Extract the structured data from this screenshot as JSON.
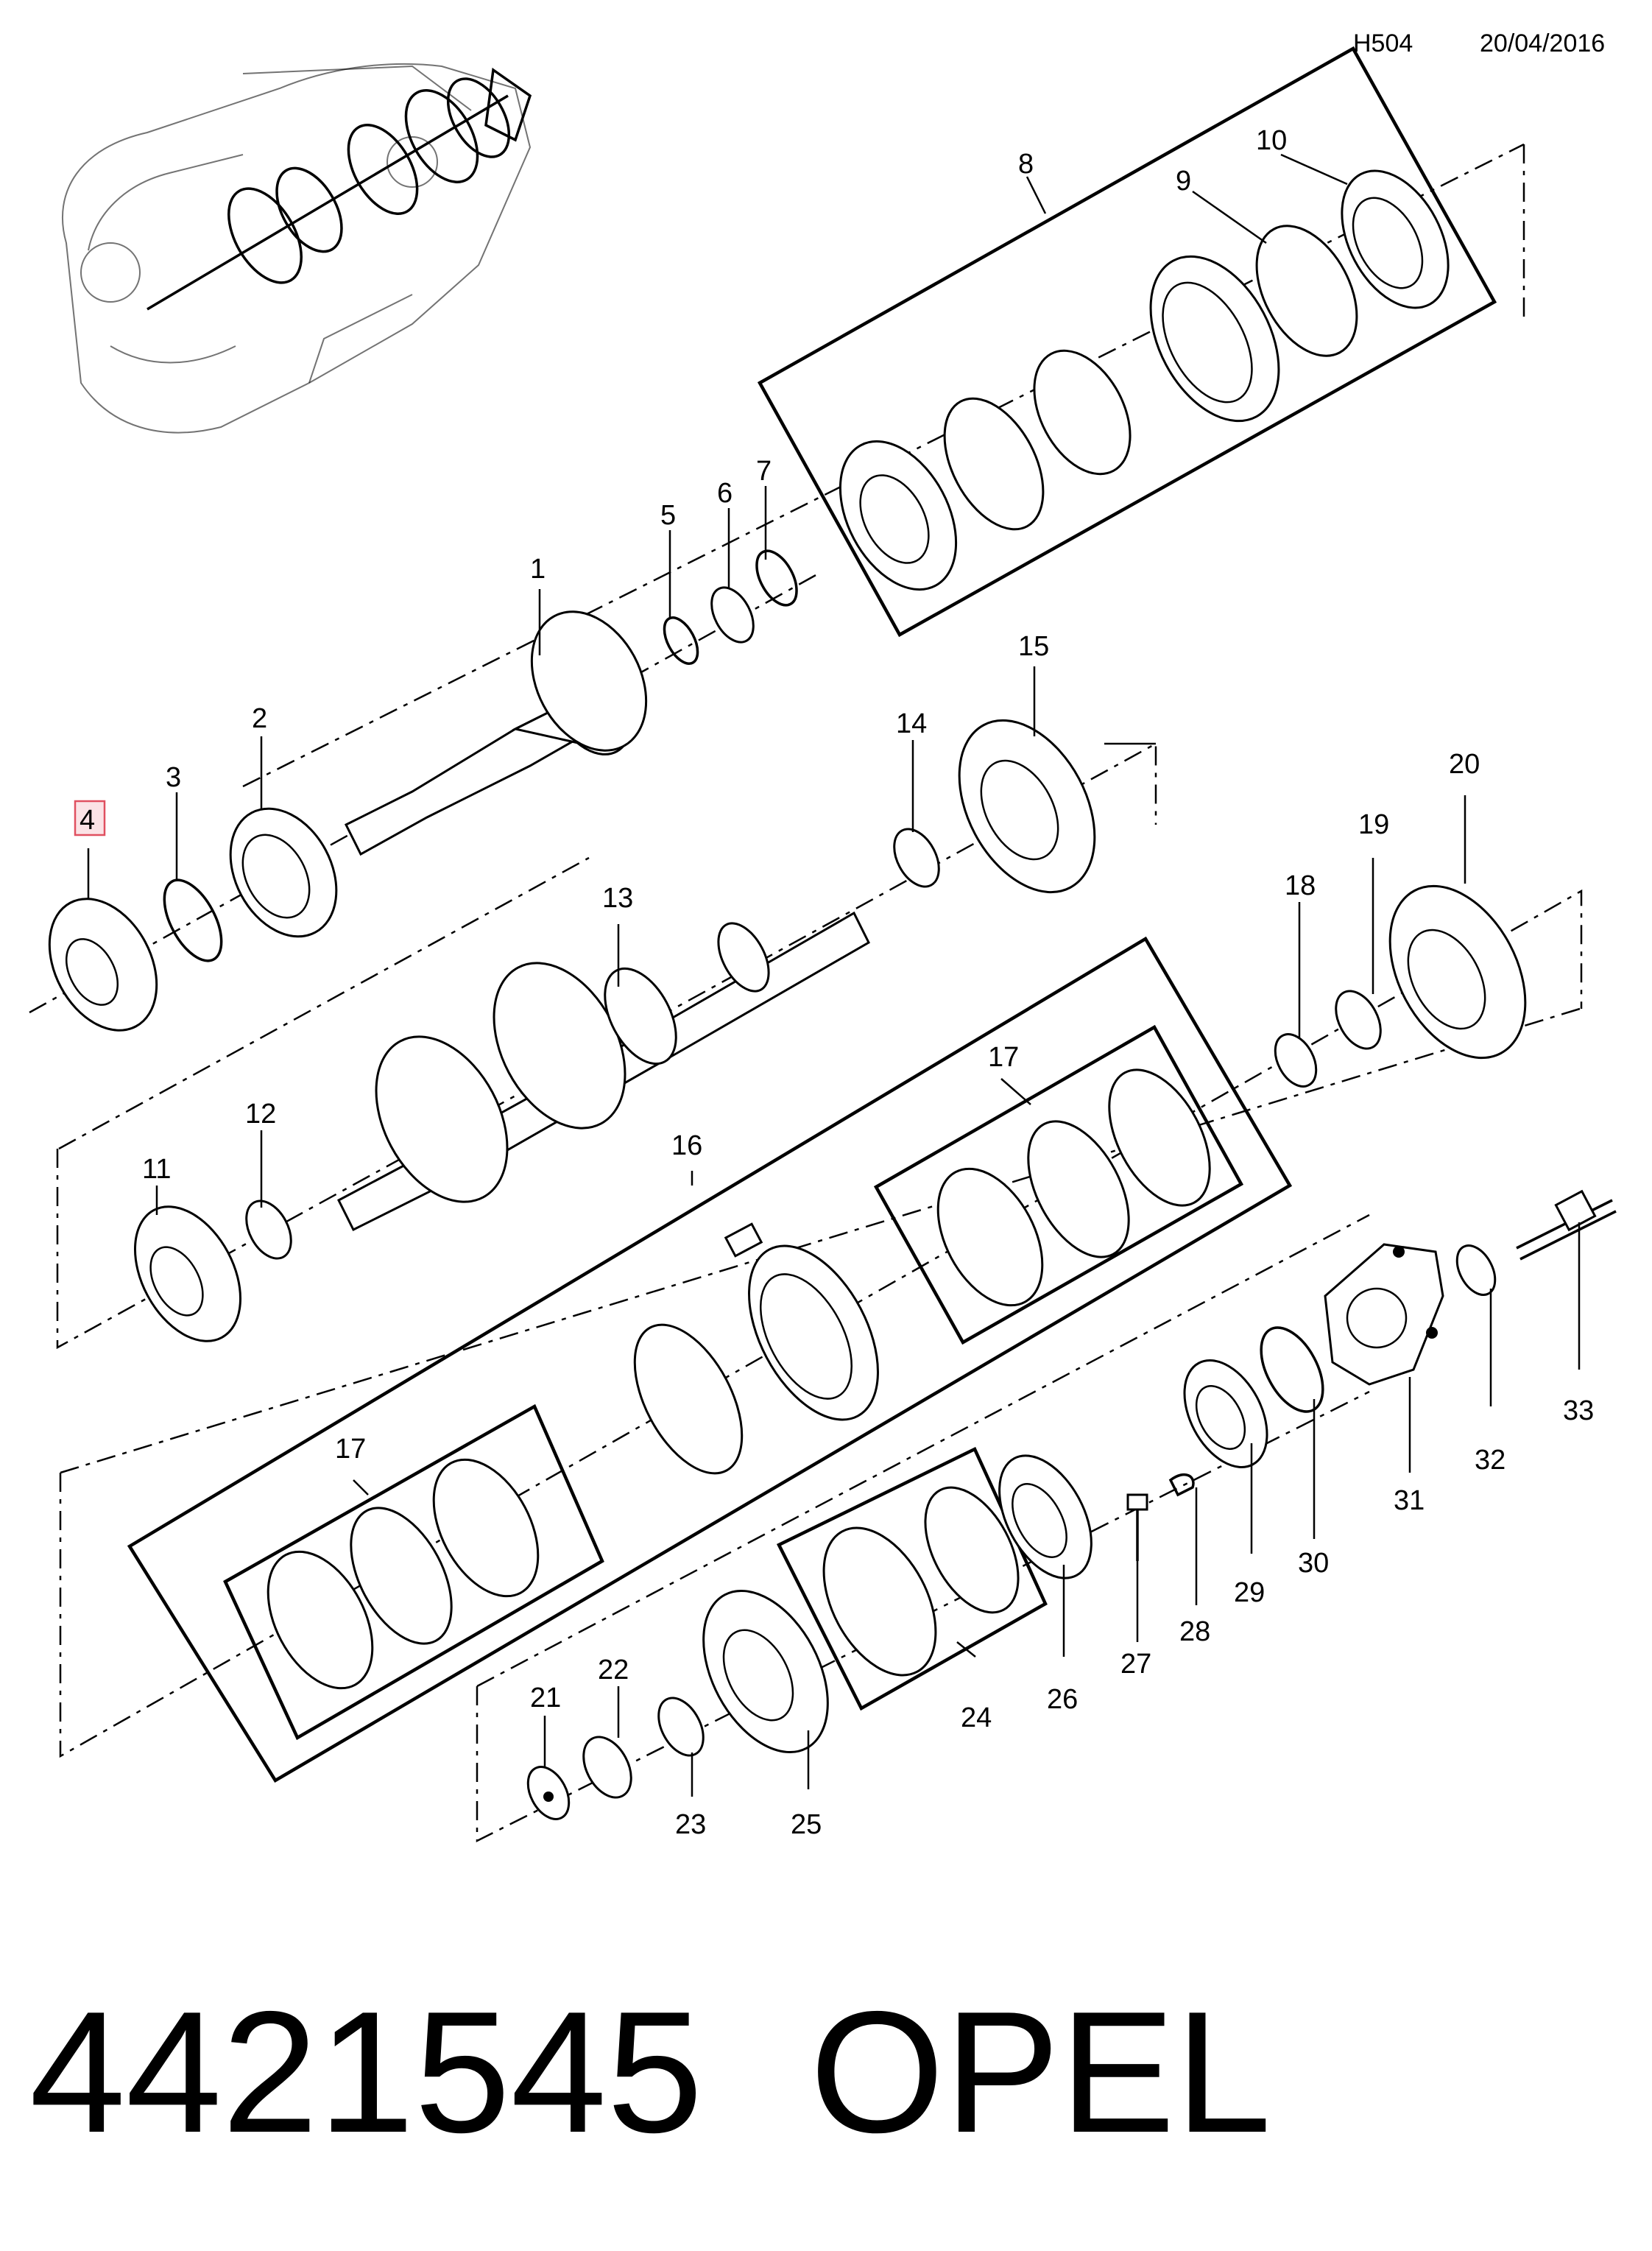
{
  "header": {
    "diagram_code": "H504",
    "date": "20/04/2016"
  },
  "callouts": [
    {
      "id": "1"
    },
    {
      "id": "2"
    },
    {
      "id": "3"
    },
    {
      "id": "4",
      "highlighted": true
    },
    {
      "id": "5"
    },
    {
      "id": "6"
    },
    {
      "id": "7"
    },
    {
      "id": "8"
    },
    {
      "id": "9"
    },
    {
      "id": "10"
    },
    {
      "id": "11"
    },
    {
      "id": "12"
    },
    {
      "id": "13"
    },
    {
      "id": "14"
    },
    {
      "id": "15"
    },
    {
      "id": "16"
    },
    {
      "id": "17a",
      "text": "17"
    },
    {
      "id": "17b",
      "text": "17"
    },
    {
      "id": "18"
    },
    {
      "id": "19"
    },
    {
      "id": "20"
    },
    {
      "id": "21"
    },
    {
      "id": "22"
    },
    {
      "id": "23"
    },
    {
      "id": "24"
    },
    {
      "id": "25"
    },
    {
      "id": "26"
    },
    {
      "id": "27"
    },
    {
      "id": "28"
    },
    {
      "id": "29"
    },
    {
      "id": "30"
    },
    {
      "id": "31"
    },
    {
      "id": "32"
    },
    {
      "id": "33"
    }
  ],
  "labels": {
    "c1": "1",
    "c2": "2",
    "c3": "3",
    "c4": "4",
    "c5": "5",
    "c6": "6",
    "c7": "7",
    "c8": "8",
    "c9": "9",
    "c10": "10",
    "c11": "11",
    "c12": "12",
    "c13": "13",
    "c14": "14",
    "c15": "15",
    "c16": "16",
    "c17a": "17",
    "c17b": "17",
    "c18": "18",
    "c19": "19",
    "c20": "20",
    "c21": "21",
    "c22": "22",
    "c23": "23",
    "c24": "24",
    "c25": "25",
    "c26": "26",
    "c27": "27",
    "c28": "28",
    "c29": "29",
    "c30": "30",
    "c31": "31",
    "c32": "32",
    "c33": "33"
  },
  "footer": {
    "part_number": "4421545",
    "brand": "OPEL"
  },
  "colors": {
    "ink": "#000000",
    "background": "#ffffff",
    "highlight": "#e05060",
    "highlight_fill": "#fbe3e6"
  }
}
